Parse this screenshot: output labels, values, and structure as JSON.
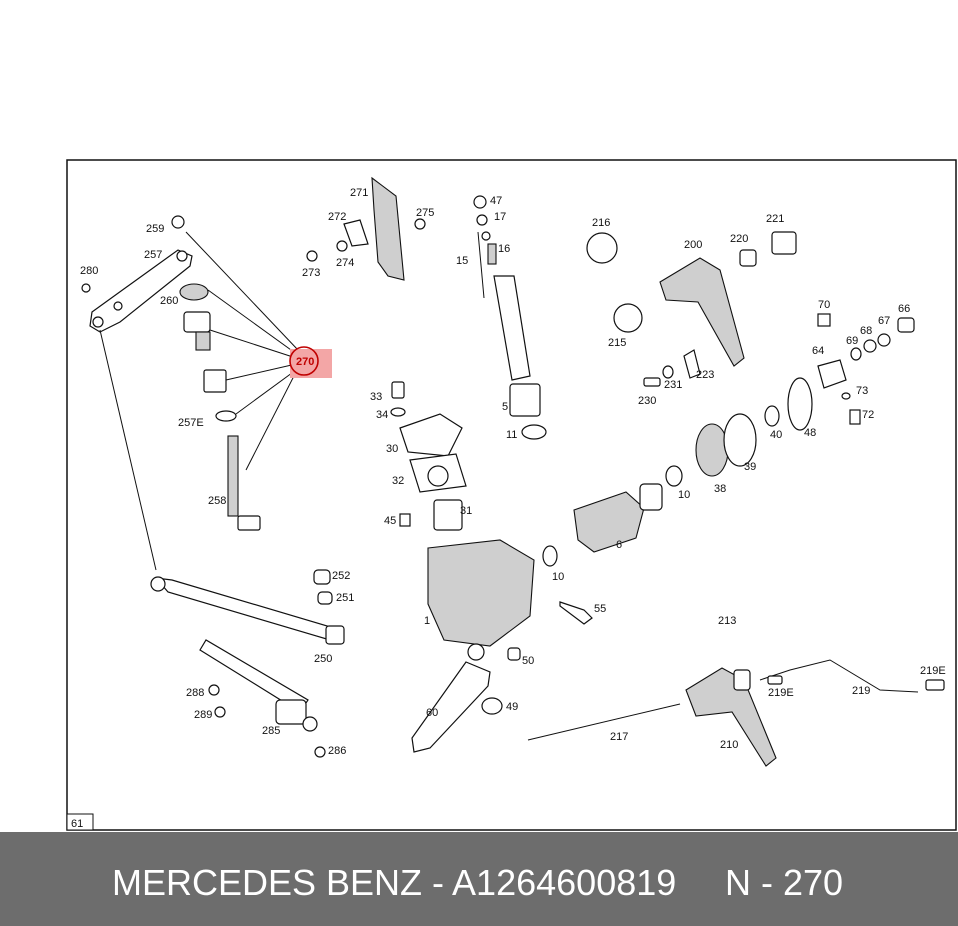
{
  "diagram": {
    "page_ref": "61",
    "highlight": "270",
    "labels": [
      "259",
      "257",
      "280",
      "260",
      "257E",
      "258",
      "271",
      "272",
      "273",
      "274",
      "275",
      "47",
      "17",
      "16",
      "15",
      "5",
      "11",
      "33",
      "34",
      "30",
      "32",
      "31",
      "45",
      "1",
      "55",
      "50",
      "60",
      "49",
      "216",
      "200",
      "221",
      "220",
      "215",
      "230",
      "231",
      "223",
      "70",
      "66",
      "67",
      "68",
      "69",
      "64",
      "73",
      "72",
      "48",
      "40",
      "39",
      "38",
      "10",
      "6",
      "10",
      "252",
      "251",
      "250",
      "288",
      "289",
      "285",
      "286",
      "213",
      "219E",
      "219E",
      "219",
      "217",
      "210"
    ]
  },
  "footer": {
    "brand_part": "MERCEDES BENZ - A1264600819",
    "code": "N - 270"
  }
}
